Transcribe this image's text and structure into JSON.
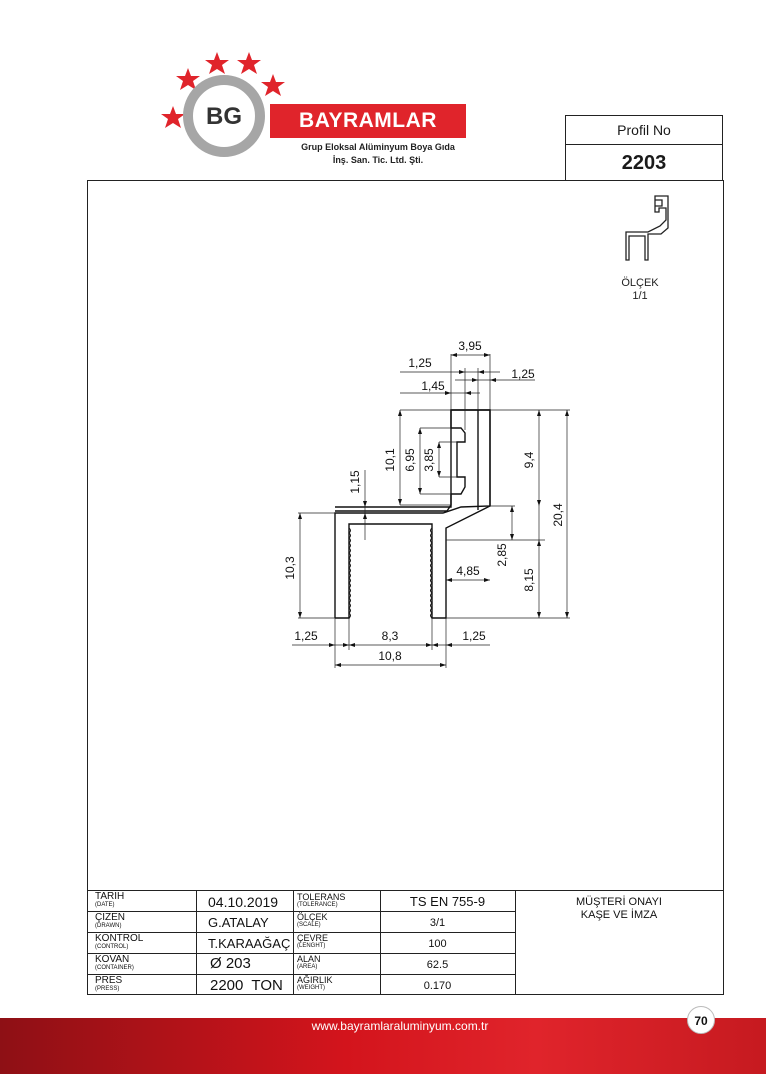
{
  "brand": {
    "logo_text": "BG",
    "name": "BAYRAMLAR",
    "subtitle_line1": "Grup Eloksal Alüminyum Boya Gıda",
    "subtitle_line2": "İnş. San. Tic. Ltd. Şti.",
    "colors": {
      "red": "#e0242b",
      "gray": "#a6a6a6"
    }
  },
  "profile": {
    "label": "Profil No",
    "number": "2203"
  },
  "thumbnail": {
    "scale_label": "ÖLÇEK",
    "scale_value": "1/1"
  },
  "dimensions": {
    "d_3_95": "3,95",
    "d_1_25_top_left": "1,25",
    "d_1_25_top_right": "1,25",
    "d_1_45": "1,45",
    "d_10_1": "10,1",
    "d_6_95": "6,95",
    "d_3_85": "3,85",
    "d_1_15": "1,15",
    "d_9_4": "9,4",
    "d_20_4": "20,4",
    "d_10_3": "10,3",
    "d_2_85": "2,85",
    "d_4_85": "4,85",
    "d_8_15": "8,15",
    "d_1_25_bottom_left": "1,25",
    "d_8_3": "8,3",
    "d_1_25_bottom_right": "1,25",
    "d_10_8": "10,8"
  },
  "title_block": {
    "rows": [
      {
        "label": "TARİH",
        "sub": "(DATE)",
        "value": "04.10.2019"
      },
      {
        "label": "ÇİZEN",
        "sub": "(DRAWN)",
        "value": "G.ATALAY"
      },
      {
        "label": "KONTROL",
        "sub": "(CONTROL)",
        "value": "T.KARAAĞAÇ"
      },
      {
        "label": "KOVAN",
        "sub": "(CONTAINER)",
        "value": "Ø 203"
      },
      {
        "label": "PRES",
        "sub": "(PRESS)",
        "value": "2200  TON"
      }
    ],
    "specs": [
      {
        "label": "TOLERANS",
        "sub": "(TOLERANCE)",
        "value": "TS EN 755-9"
      },
      {
        "label": "ÖLÇEK",
        "sub": "(SCALE)",
        "value": "3/1"
      },
      {
        "label": "ÇEVRE",
        "sub": "(LENGHT)",
        "value": "100"
      },
      {
        "label": "ALAN",
        "sub": "(AREA)",
        "value": "62.5"
      },
      {
        "label": "AĞIRLIK",
        "sub": "(WEIGHT)",
        "value": "0.170"
      }
    ],
    "approval_line1": "MÜŞTERİ ONAYI",
    "approval_line2": "KAŞE VE İMZA"
  },
  "footer": {
    "url": "www.bayramlaraluminyum.com.tr",
    "page": "70"
  }
}
